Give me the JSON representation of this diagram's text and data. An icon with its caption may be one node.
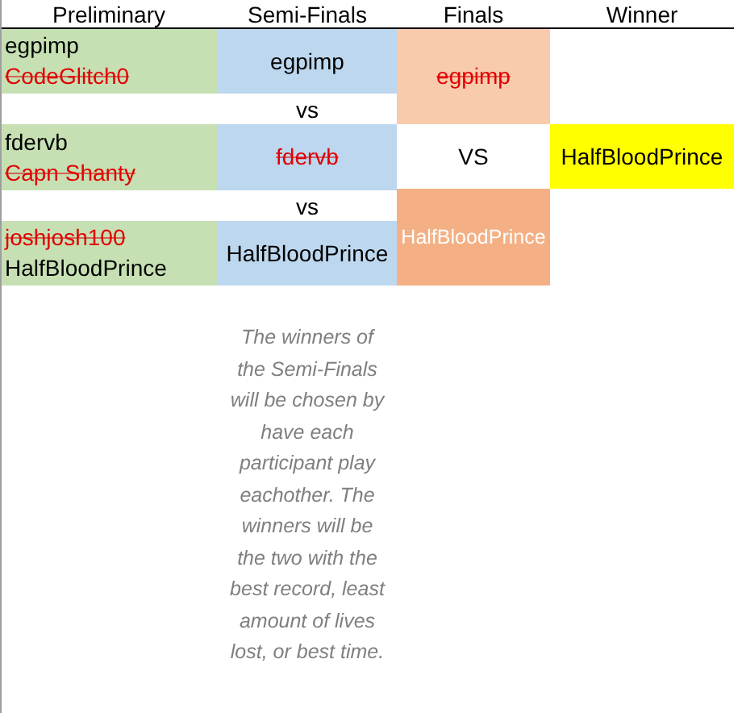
{
  "diagram": {
    "nodes": [
      {
        "text": [
          "egpimp",
          "CodeGlitch0"
        ]
      },
      {
        "text": [
          "egpimp"
        ]
      },
      {
        "text": [
          "egpimp"
        ]
      },
      {
        "text": [
          "fdervb",
          "Capn Shanty"
        ]
      },
      {
        "text": [
          "fdervb"
        ]
      },
      {
        "text": [
          "HalfBloodPrince"
        ]
      },
      {
        "text": [
          "joshjosh100",
          "HalfBloodPrince"
        ]
      },
      {
        "text": [
          "HalfBloodPrince"
        ]
      },
      {
        "text": [
          "HalfBloodPrince"
        ]
      }
    ],
    "labels": [
      "Preliminary",
      "Semi-Finals",
      "Finals",
      "Winner",
      "vs",
      "VS",
      "vs",
      "The winners of the Semi-Finals will be chosen by have each participant play eachother. The winners will be the two with the best record, least amount of lives lost, or best time."
    ]
  }
}
